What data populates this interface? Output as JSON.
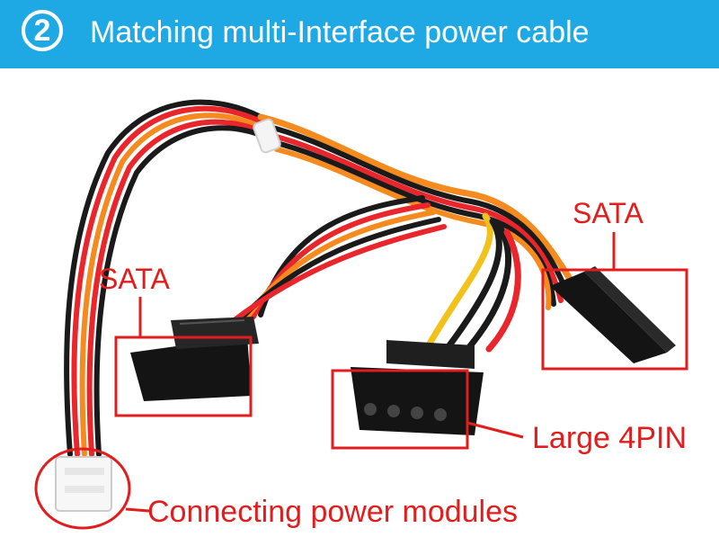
{
  "header": {
    "step_number": "2",
    "title": "Matching multi-Interface power cable",
    "background_color": "#1ea9e5"
  },
  "labels": {
    "sata_left": "SATA",
    "sata_right": "SATA",
    "large_4pin": "Large 4PIN",
    "connecting_modules": "Connecting power modules"
  },
  "colors": {
    "highlight_red": "#e11d1d",
    "wire_black": "#1a1a1a",
    "wire_red": "#e8262b",
    "wire_orange": "#f58a1f",
    "wire_yellow": "#f2c21b"
  },
  "photo_icon": "power-cable-photo"
}
